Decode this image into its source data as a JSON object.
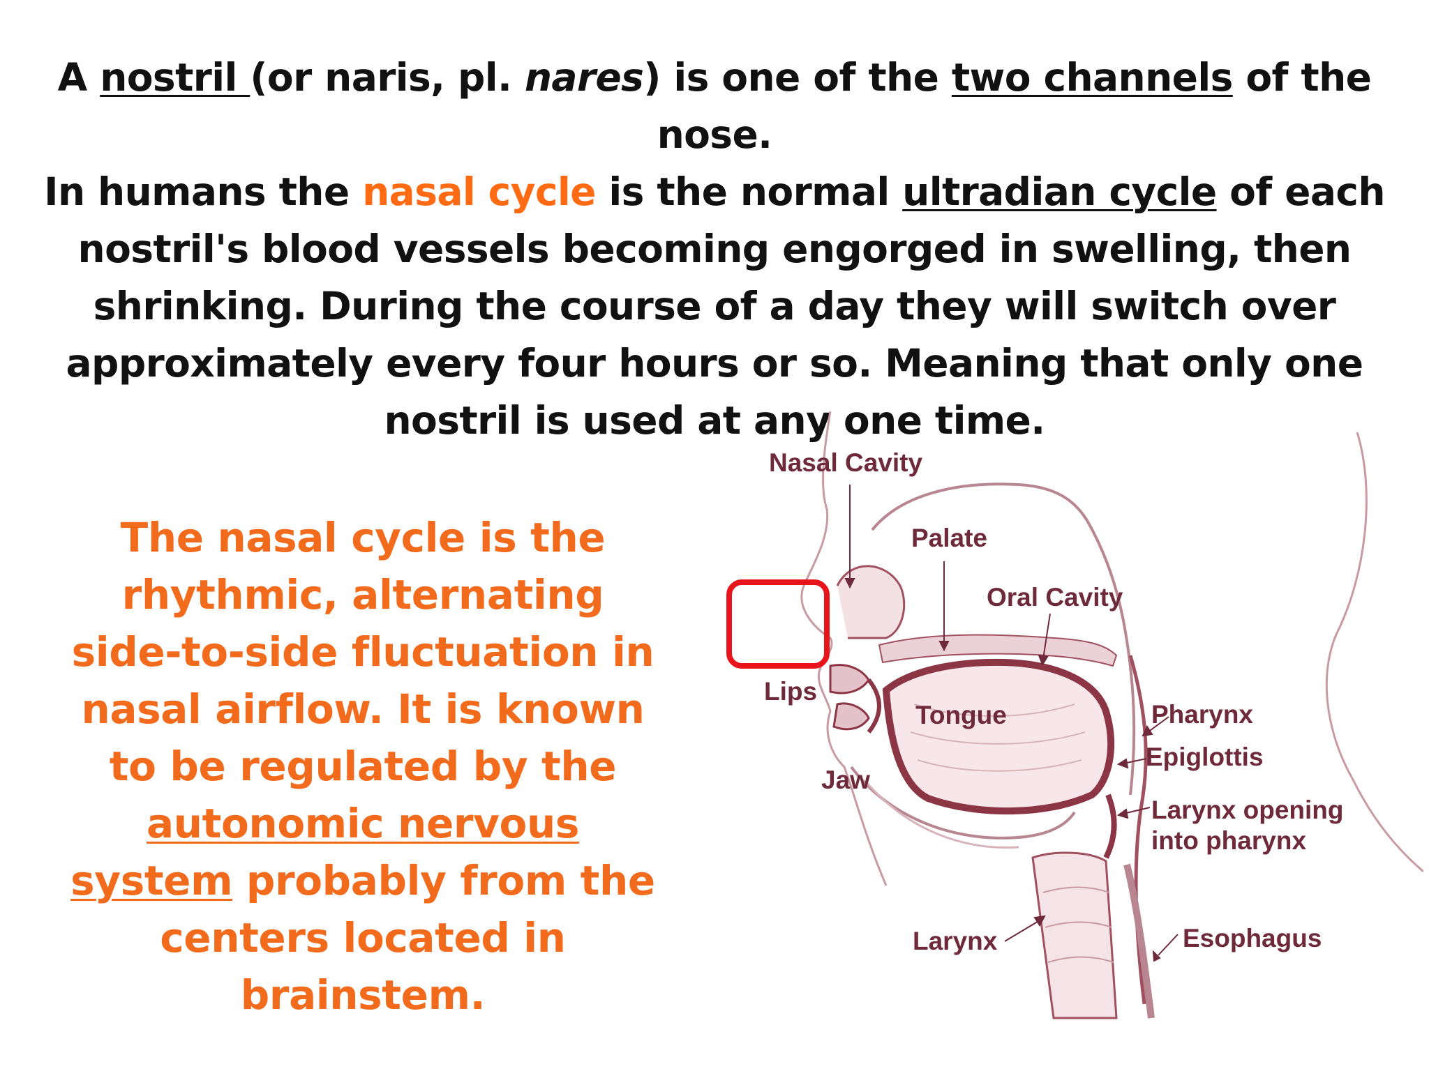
{
  "top_paragraph": {
    "p1": "A ",
    "nostril": "nostril ",
    "p2": "(or naris, pl. ",
    "nares": "nares",
    "p3": ") is one of the ",
    "two_channels": "two channels",
    "p4": " of the nose.",
    "p5": "In humans the ",
    "nasal_cycle": "nasal cycle",
    "p6": " is the normal ",
    "ultradian": "ultradian cycle",
    "p7": " of each nostril's blood vessels becoming engorged in swelling, then shrinking. During the course of a day they will switch over approximately every four hours or so. Meaning that only one nostril is used at any one time."
  },
  "side_paragraph": {
    "p1": "The nasal cycle is the rhythmic, alternating side-to-side fluctuation in nasal airflow. It is known to be regulated by the ",
    "ans": "autonomic nervous system",
    "p2": " probably from the centers located in brainstem."
  },
  "diagram": {
    "labels": {
      "nasal_cavity": "Nasal Cavity",
      "palate": "Palate",
      "oral_cavity": "Oral Cavity",
      "lips": "Lips",
      "tongue": "Tongue",
      "pharynx": "Pharynx",
      "epiglottis": "Epiglottis",
      "jaw": "Jaw",
      "larynx_opening_1": "Larynx opening",
      "larynx_opening_2": "into pharynx",
      "larynx": "Larynx",
      "esophagus": "Esophagus"
    },
    "highlight_color": "#e8141b",
    "label_color": "#6e2a3a",
    "tissue_color": "#a0505e"
  },
  "colors": {
    "accent_orange": "#f26a1b",
    "text_black": "#111111"
  }
}
